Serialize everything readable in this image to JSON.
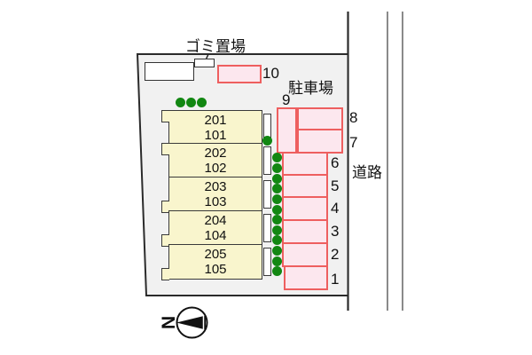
{
  "labels": {
    "garbage_area": "ゴミ置場",
    "parking_area": "駐車場",
    "road": "道路"
  },
  "building": {
    "units": [
      {
        "upper": "201",
        "lower": "101"
      },
      {
        "upper": "202",
        "lower": "102"
      },
      {
        "upper": "203",
        "lower": "103"
      },
      {
        "upper": "204",
        "lower": "104"
      },
      {
        "upper": "205",
        "lower": "105"
      }
    ]
  },
  "parking": {
    "spaces": [
      {
        "number": "10"
      },
      {
        "number": "9"
      },
      {
        "number": "8"
      },
      {
        "number": "7"
      },
      {
        "number": "6"
      },
      {
        "number": "5"
      },
      {
        "number": "4"
      },
      {
        "number": "3"
      },
      {
        "number": "2"
      },
      {
        "number": "1"
      }
    ]
  },
  "compass": {
    "north_label": "N"
  },
  "colors": {
    "site_fill": "#f1f1f1",
    "building_fill": "#f9f5cd",
    "parking_fill": "#fce7ee",
    "parking_border": "#ee5f5f",
    "tree_green": "#128712",
    "line_dark": "#2b2b2b",
    "road_gray": "#8a8a8a"
  }
}
